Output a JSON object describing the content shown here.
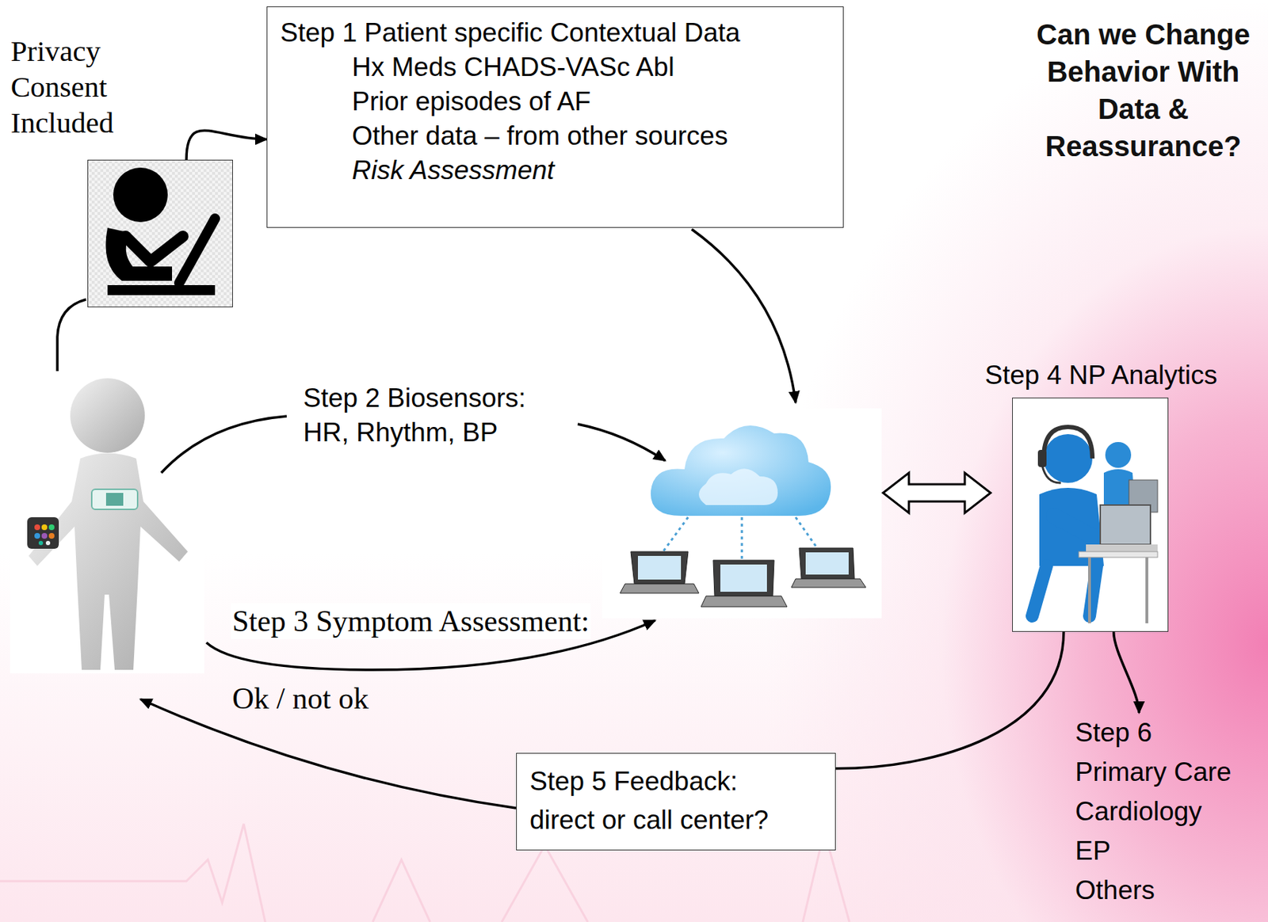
{
  "diagram": {
    "title": "Can we Change Behavior With Data & Reassurance?",
    "nodes": [
      {
        "text": [
          "Privacy Consent Included"
        ]
      },
      {
        "text": [
          "Step 1 Patient specific Contextual Data",
          "Hx Meds CHADS-VASc Abl",
          "Prior episodes of AF",
          "Other data – from other sources",
          "Risk Assessment"
        ]
      },
      {
        "text": [
          "Step 4 NP Analytics"
        ]
      },
      {
        "text": [
          "Step 5 Feedback: direct or call center?"
        ]
      },
      {
        "text": [
          "Step 6",
          "Primary Care",
          "Cardiology",
          "EP",
          "Others"
        ]
      }
    ],
    "edges": [
      {
        "from": 0,
        "to": 1,
        "arrow": "to"
      },
      {
        "from": 2,
        "to": 3,
        "arrow": "none"
      },
      {
        "from": 2,
        "to": 4,
        "arrow": "to"
      }
    ],
    "labels": [
      "Step 2 Biosensors: HR, Rhythm, BP",
      "Step 3 Symptom Assessment:",
      "Ok / not ok"
    ]
  }
}
